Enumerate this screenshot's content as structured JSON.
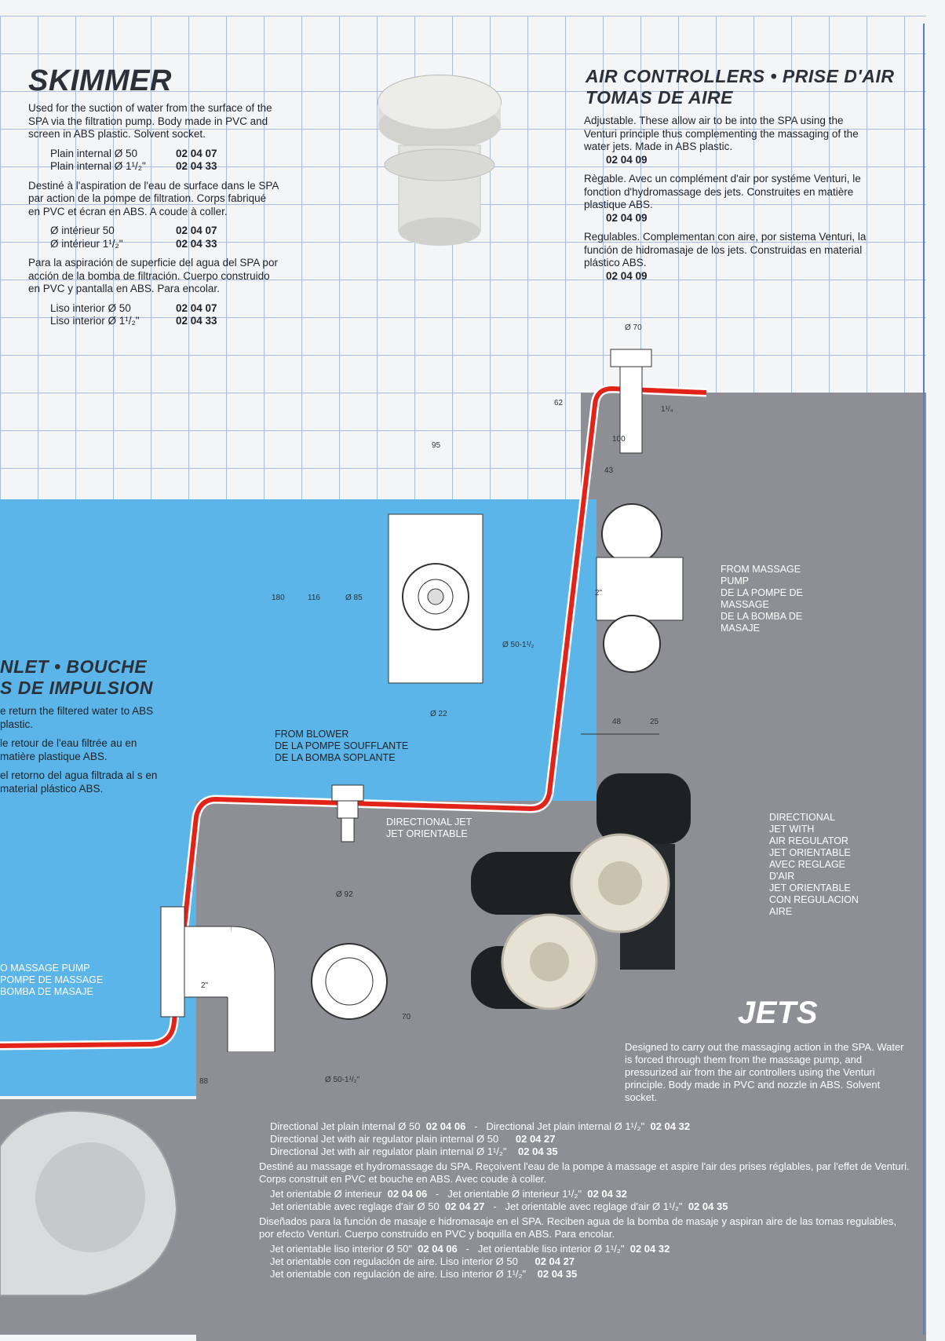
{
  "skimmer": {
    "title": "SKIMMER",
    "en_text": "Used for the suction of water from the surface of the SPA via the filtration pump. Body made in PVC and screen in ABS plastic. Solvent socket.",
    "en_codes": [
      {
        "label": "Plain internal Ø 50",
        "code": "02 04 07"
      },
      {
        "label": "Plain internal Ø 1¹/₂\"",
        "code": "02 04 33"
      }
    ],
    "fr_text": "Destiné à l'aspiration de l'eau de surface dans le SPA par action de la pompe de filtration. Corps fabriqué en PVC et écran en ABS. A coude à coller.",
    "fr_codes": [
      {
        "label": "Ø intérieur 50",
        "code": "02 04 07"
      },
      {
        "label": "Ø intérieur 1¹/₂\"",
        "code": "02 04 33"
      }
    ],
    "es_text": "Para la aspiración de superficie del agua del SPA por acción de la bomba de filtración. Cuerpo construido en PVC y pantalla en ABS. Para encolar.",
    "es_codes": [
      {
        "label": "Liso interior Ø 50",
        "code": "02 04 07"
      },
      {
        "label": "Liso interior Ø 1¹/₂\"",
        "code": "02 04 33"
      }
    ]
  },
  "air": {
    "title_line1": "AIR CONTROLLERS • PRISE D'AIR",
    "title_line2": "TOMAS DE AIRE",
    "en_text": "Adjustable. These allow air to be into the SPA using the Venturi principle thus complementing the massaging of the water jets. Made in ABS plastic.",
    "en_code": "02 04 09",
    "fr_text": "Règable. Avec un complément d'air por systéme Venturi, le fonction d'hydromassage des jets. Construites en matière plastique ABS.",
    "fr_code": "02 04 09",
    "es_text": "Regulables. Complementan con aire, por sistema Venturi, la función de hidromasaje de los jets. Construidas en material plástico ABS.",
    "es_code": "02 04 09"
  },
  "inlet": {
    "title_line1": "NLET • BOUCHE",
    "title_line2": "S DE IMPULSION",
    "en_text": "e return the filtered water to ABS plastic.",
    "fr_text": "le retour de l'eau filtrée au en matière plastique ABS.",
    "es_text": "el retorno del agua filtrada al s en material plástico ABS."
  },
  "labels": {
    "from_massage_pump": [
      "FROM MASSAGE",
      "PUMP",
      "DE LA POMPE DE",
      "MASSAGE",
      "DE LA BOMBA DE",
      "MASAJE"
    ],
    "from_blower": [
      "FROM BLOWER",
      "DE LA POMPE SOUFFLANTE",
      "DE LA BOMBA SOPLANTE"
    ],
    "directional_jet": [
      "DIRECTIONAL JET",
      "JET ORIENTABLE"
    ],
    "directional_jet_air": [
      "DIRECTIONAL",
      "JET WITH",
      "AIR REGULATOR",
      "JET ORIENTABLE",
      "AVEC REGLAGE",
      "D'AIR",
      "JET ORIENTABLE",
      "CON REGULACION",
      "AIRE"
    ],
    "to_massage_pump": [
      "O MASSAGE PUMP",
      "POMPE DE MASSAGE",
      "BOMBA DE MASAJE"
    ]
  },
  "dimensions": {
    "d70": "Ø 70",
    "d62": "62",
    "d114": "1¹/₄",
    "d100": "100",
    "d43": "43",
    "d95": "95",
    "d180": "180",
    "d116": "116",
    "d85": "Ø 85",
    "d50_112": "Ø 50-1¹/₂",
    "d2in": "2\"",
    "d22": "Ø 22",
    "d48": "48",
    "d25": "25",
    "d92": "Ø 92",
    "d70b": "70",
    "d88": "88",
    "d50_112b": "Ø 50-1¹/₂\""
  },
  "jets": {
    "title": "JETS",
    "en_text": "Designed to carry out the massaging action in the SPA. Water is forced through them from the massage pump, and pressurized air from the air controllers using the Venturi principle. Body made in PVC and nozzle in ABS. Solvent socket.",
    "en_line1": "Directional Jet plain internal Ø 50",
    "en_code1": "02 04 06",
    "en_line2": "Directional Jet plain internal Ø 1¹/₂\"",
    "en_code2": "02 04 32",
    "en_line3": "Directional Jet with air regulator plain internal Ø 50",
    "en_code3": "02 04 27",
    "en_line4": "Directional Jet with air regulator plain internal Ø 1¹/₂\"",
    "en_code4": "02 04 35",
    "fr_text": "Destiné au massage et hydromassage du SPA. Reçoivent l'eau de la pompe à massage et aspire l'air des prises réglables, par l'effet de Venturi. Corps construit en PVC et bouche en ABS. Avec coude à coller.",
    "fr_line1": "Jet orientable Ø interieur",
    "fr_code1": "02 04 06",
    "fr_line2": "Jet orientable Ø interieur 1¹/₂\"",
    "fr_code2": "02 04 32",
    "fr_line3": "Jet orientable avec reglage d'air Ø 50",
    "fr_code3": "02 04 27",
    "fr_line4": "Jet orientable avec reglage d'air Ø 1¹/₂\"",
    "fr_code4": "02 04 35",
    "es_text": "Diseñados para la función de masaje e hidromasaje en el SPA. Reciben agua de la bomba de masaje y aspiran aire de las tomas regulables, por efecto Venturi. Cuerpo construido en PVC y boquilla en ABS. Para encolar.",
    "es_line1": "Jet orientable liso interior Ø 50\"",
    "es_code1": "02 04 06",
    "es_line2": "Jet orientable liso interior Ø 1¹/₂\"",
    "es_code2": "02 04 32",
    "es_line3": "Jet orientable con regulación de aire. Liso interior Ø 50",
    "es_code3": "02 04 27",
    "es_line4": "Jet orientable con regulación de aire. Liso interior Ø 1¹/₂\"",
    "es_code4": "02 04 35",
    "separator": "-"
  },
  "colors": {
    "water": "#5bb5e8",
    "grey": "#8d8f94",
    "grid": "#6f8fd6",
    "pipe": "#e2231a"
  }
}
